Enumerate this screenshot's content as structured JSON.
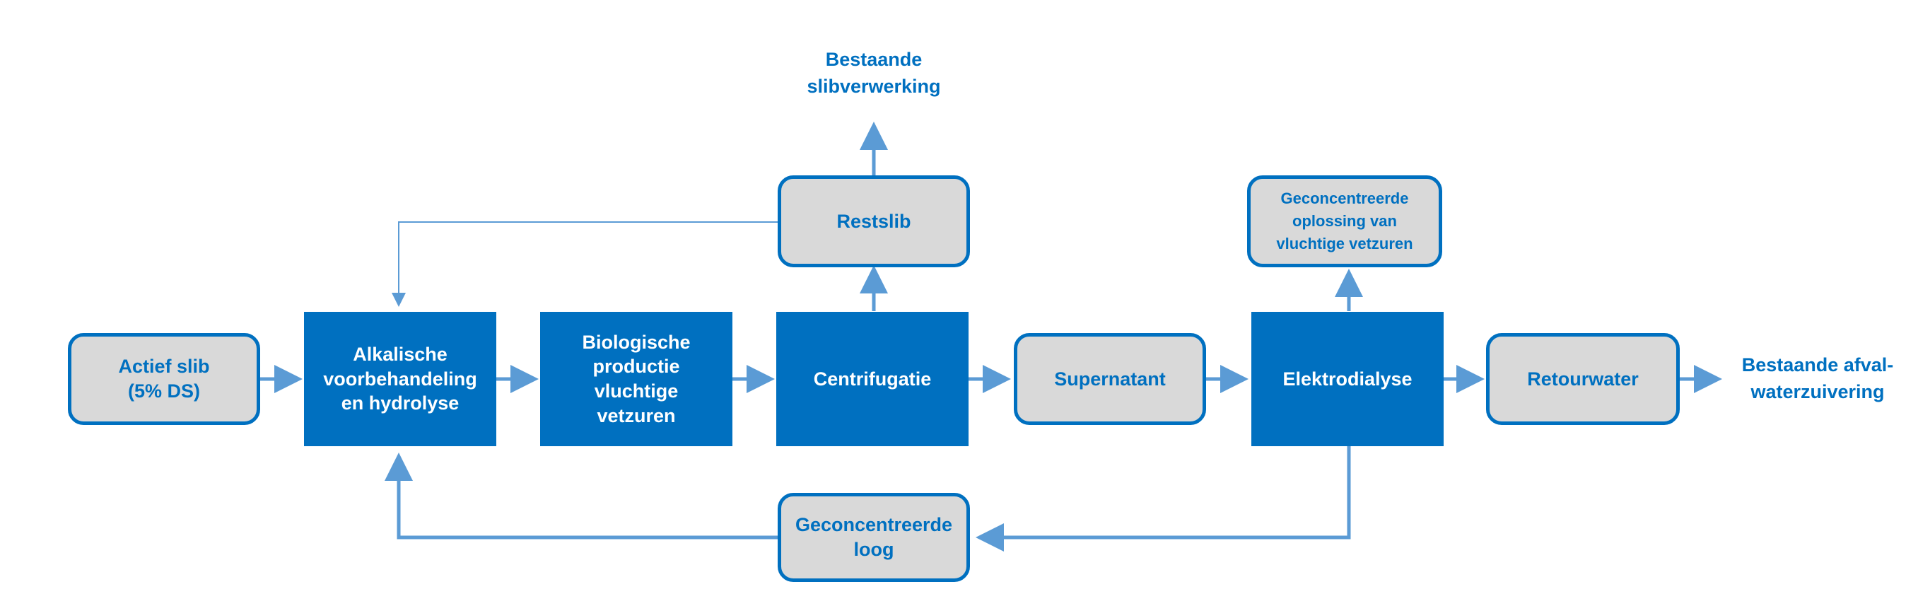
{
  "colors": {
    "accent": "#0070c0",
    "box_fill": "#d9d9d9",
    "arrow": "#5b9bd5",
    "text_on_blue": "#ffffff"
  },
  "nodes": {
    "actief_slib": "Actief slib\n(5% DS)",
    "alkalische": "Alkalische\nvoorbehandeling\nen hydrolyse",
    "biologische": "Biologische\nproductie\nvluchtige\nvetzuren",
    "centrifugatie": "Centrifugatie",
    "restslib": "Restslib",
    "supernatant": "Supernatant",
    "elektrodialyse": "Elektrodialyse",
    "geconcentreerde_oplossing": "Geconcentreerde\noplossing van\nvluchtige vetzuren",
    "retourwater": "Retourwater",
    "geconcentreerde_loog": "Geconcentreerde\nloog"
  },
  "outputs": {
    "slibverwerking": "Bestaande\nslibverwerking",
    "afvalwaterzuivering": "Bestaande afval-\nwaterzuivering"
  }
}
